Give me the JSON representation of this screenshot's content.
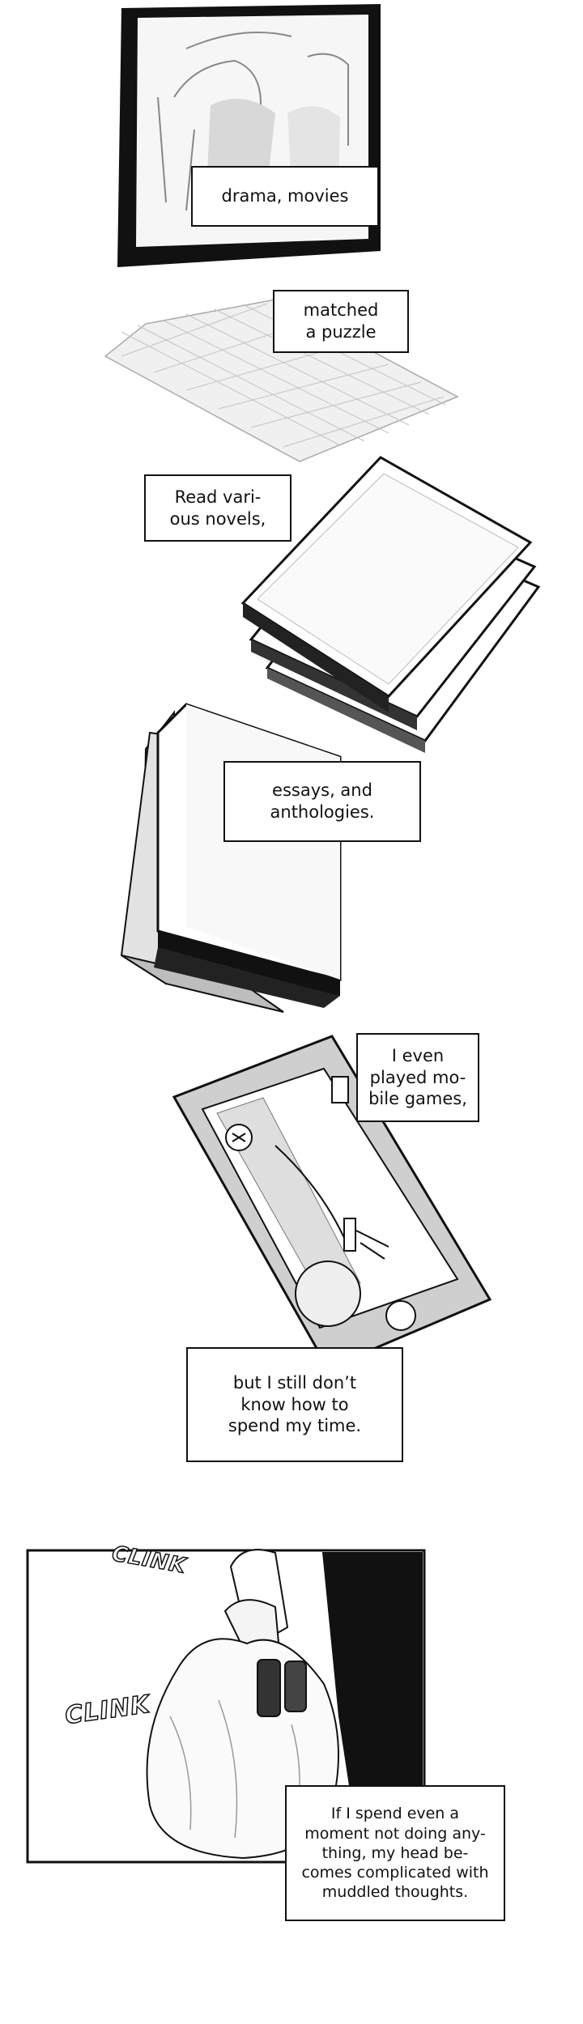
{
  "captions": {
    "drama": "drama, movies",
    "puzzle": "matched\na puzzle",
    "novels": "Read vari-\nous novels,",
    "essays": "essays, and\nanthologies.",
    "games": "I even\nplayed mo-\nbile games,",
    "time": "but I still don’t\nknow how to\nspend my time.",
    "thoughts": "If I spend even a\nmoment not doing any-\nthing, my head be-\ncomes complicated with\nmuddled thoughts."
  },
  "sfx": {
    "clink_top": "CLINK",
    "clink_left": "CLINK"
  }
}
